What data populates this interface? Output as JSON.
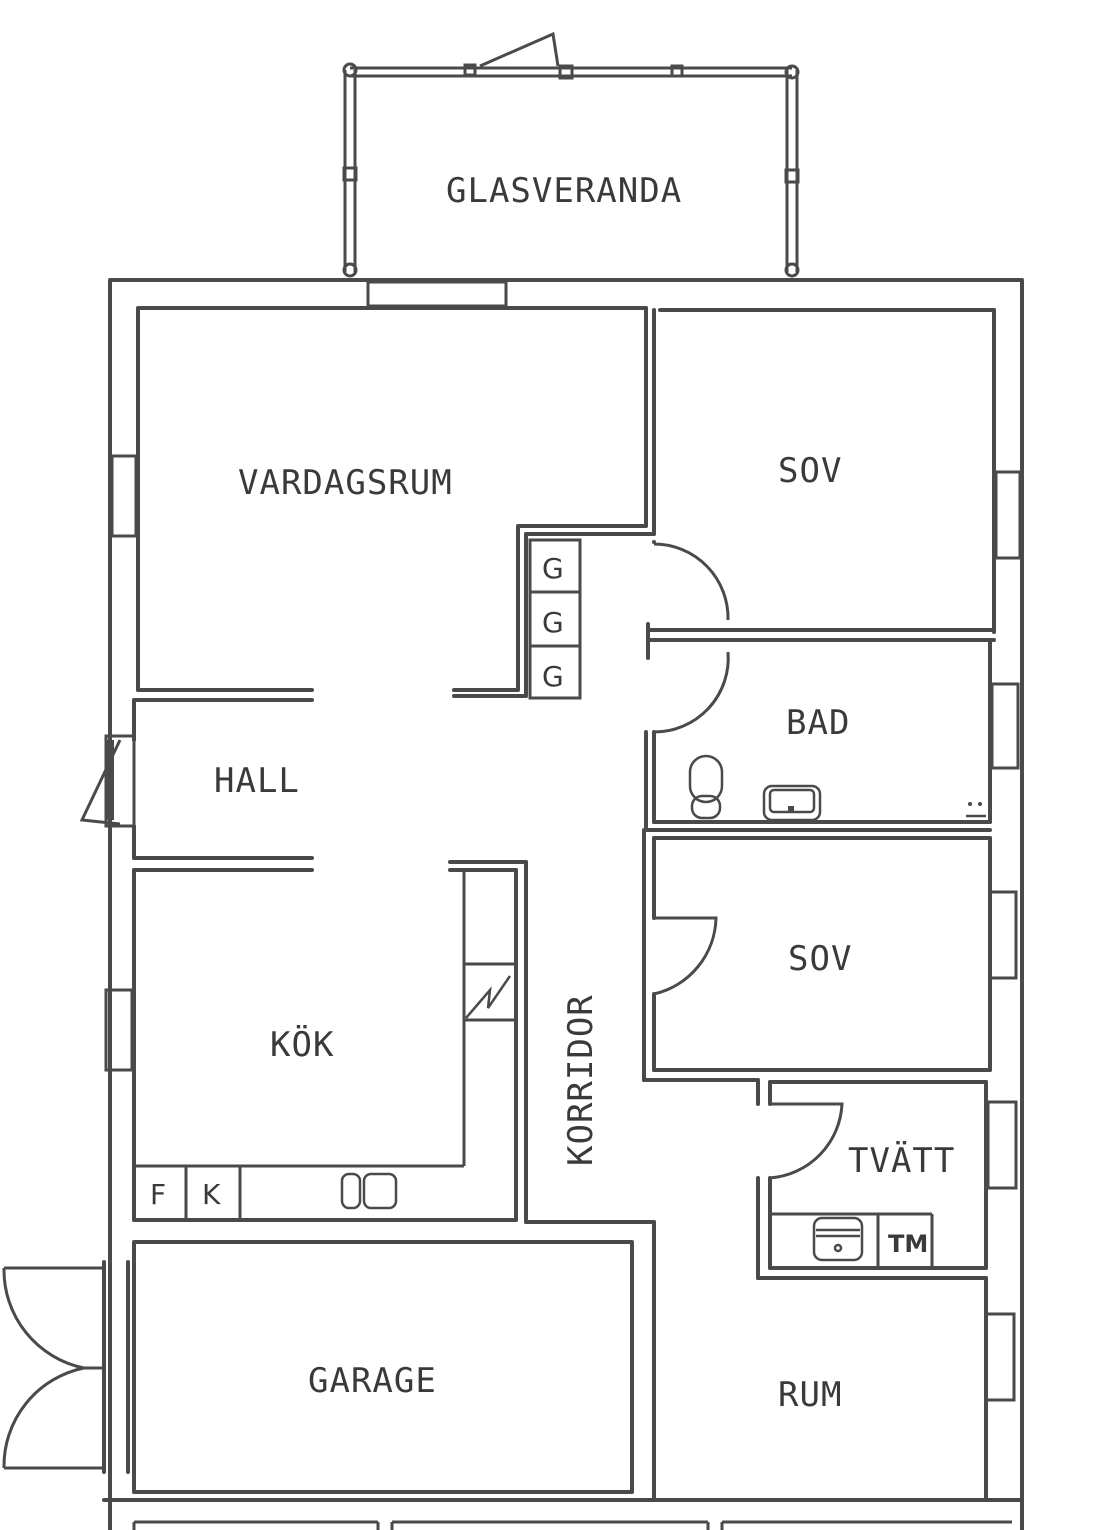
{
  "floor_plan": {
    "rooms": [
      {
        "id": "glasveranda",
        "label": "GLASVERANDA"
      },
      {
        "id": "vardagsrum",
        "label": "VARDAGSRUM"
      },
      {
        "id": "sov1",
        "label": "SOV"
      },
      {
        "id": "bad",
        "label": "BAD"
      },
      {
        "id": "hall",
        "label": "HALL"
      },
      {
        "id": "kok",
        "label": "KÖK"
      },
      {
        "id": "sov2",
        "label": "SOV"
      },
      {
        "id": "korridor",
        "label": "KORRIDOR"
      },
      {
        "id": "tvatt",
        "label": "TVÄTT"
      },
      {
        "id": "garage",
        "label": "GARAGE"
      },
      {
        "id": "rum",
        "label": "RUM"
      }
    ],
    "fixtures": {
      "wardrobe_1": "G",
      "wardrobe_2": "G",
      "wardrobe_3": "G",
      "fridge": "F",
      "freezer": "K",
      "washing_machine": "TM"
    },
    "colors": {
      "line": "#4a4a4a",
      "background": "#ffffff"
    }
  }
}
